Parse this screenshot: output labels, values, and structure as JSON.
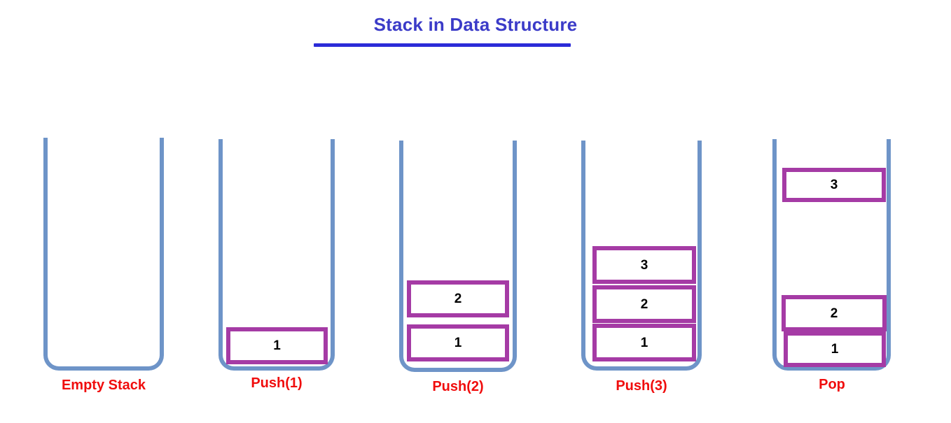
{
  "title": {
    "text": "Stack in Data Structure",
    "color": "#3b3bc8",
    "underline_color": "#2b2bd8"
  },
  "theme": {
    "background": "#ffffff",
    "container_stroke": "#6e94c8",
    "box_border": "#a53ba5",
    "box_fill": "#ffffff",
    "value_text": "#000000",
    "label_text": "#f00d0d"
  },
  "stacks": [
    {
      "id": "empty-stack",
      "label": "Empty Stack",
      "items": []
    },
    {
      "id": "push-1",
      "label": "Push(1)",
      "items": [
        {
          "value": "1",
          "slot": 0,
          "floating": false
        }
      ]
    },
    {
      "id": "push-2",
      "label": "Push(2)",
      "items": [
        {
          "value": "1",
          "slot": 0,
          "floating": false
        },
        {
          "value": "2",
          "slot": 1,
          "floating": false
        }
      ]
    },
    {
      "id": "push-3",
      "label": "Push(3)",
      "items": [
        {
          "value": "1",
          "slot": 0,
          "floating": false
        },
        {
          "value": "2",
          "slot": 1,
          "floating": false
        },
        {
          "value": "3",
          "slot": 2,
          "floating": false
        }
      ]
    },
    {
      "id": "pop",
      "label": "Pop",
      "items": [
        {
          "value": "1",
          "slot": 0,
          "floating": false
        },
        {
          "value": "2",
          "slot": 1,
          "floating": false
        },
        {
          "value": "3",
          "slot": 5,
          "floating": true
        }
      ]
    }
  ]
}
